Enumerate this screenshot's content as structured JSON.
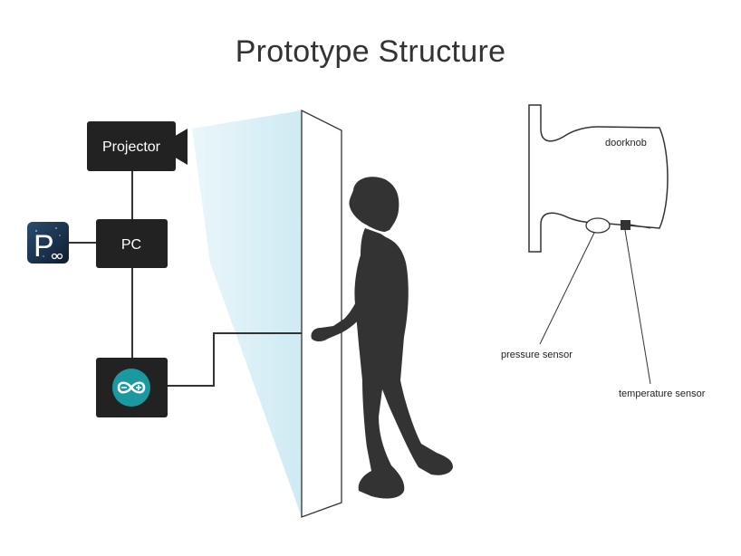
{
  "title": "Prototype Structure",
  "labels": {
    "projector": "Projector",
    "pc": "PC",
    "processing_letter": "P",
    "doorknob": "doorknob",
    "pressure_sensor": "pressure sensor",
    "temperature_sensor": "temperature sensor"
  },
  "colors": {
    "box": "#222222",
    "arduino": "#1a9aa0",
    "projection_beam": "#cfeaf2",
    "processing_bg": "#1c2f4a"
  },
  "icons": {
    "projector": "video-camera-icon",
    "processing": "processing-logo-icon",
    "arduino": "arduino-infinity-icon",
    "person": "person-silhouette-icon"
  }
}
